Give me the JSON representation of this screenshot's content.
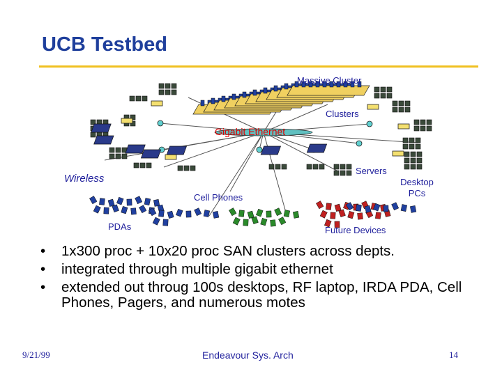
{
  "slide": {
    "title": "UCB Testbed",
    "accent_color": "#f0c020",
    "title_color": "#1f3f9c"
  },
  "diagram": {
    "labels": {
      "massive_cluster": "Massive Cluster",
      "clusters": "Clusters",
      "gigabit_ethernet": "Gigabit Ethernet",
      "servers": "Servers",
      "wireless": "Wireless",
      "cell_phones": "Cell Phones",
      "desktop_pcs": "Desktop PCs",
      "pdas": "PDAs",
      "future_devices": "Future Devices"
    }
  },
  "bullets": [
    "1x300 proc + 10x20 proc SAN clusters across depts.",
    "integrated through multiple gigabit ethernet",
    "extended out throug 100s desktops, RF laptop, IRDA PDA, Cell Phones, Pagers, and numerous motes"
  ],
  "footer": {
    "date": "9/21/99",
    "center": "Endeavour Sys. Arch",
    "page": "14"
  }
}
